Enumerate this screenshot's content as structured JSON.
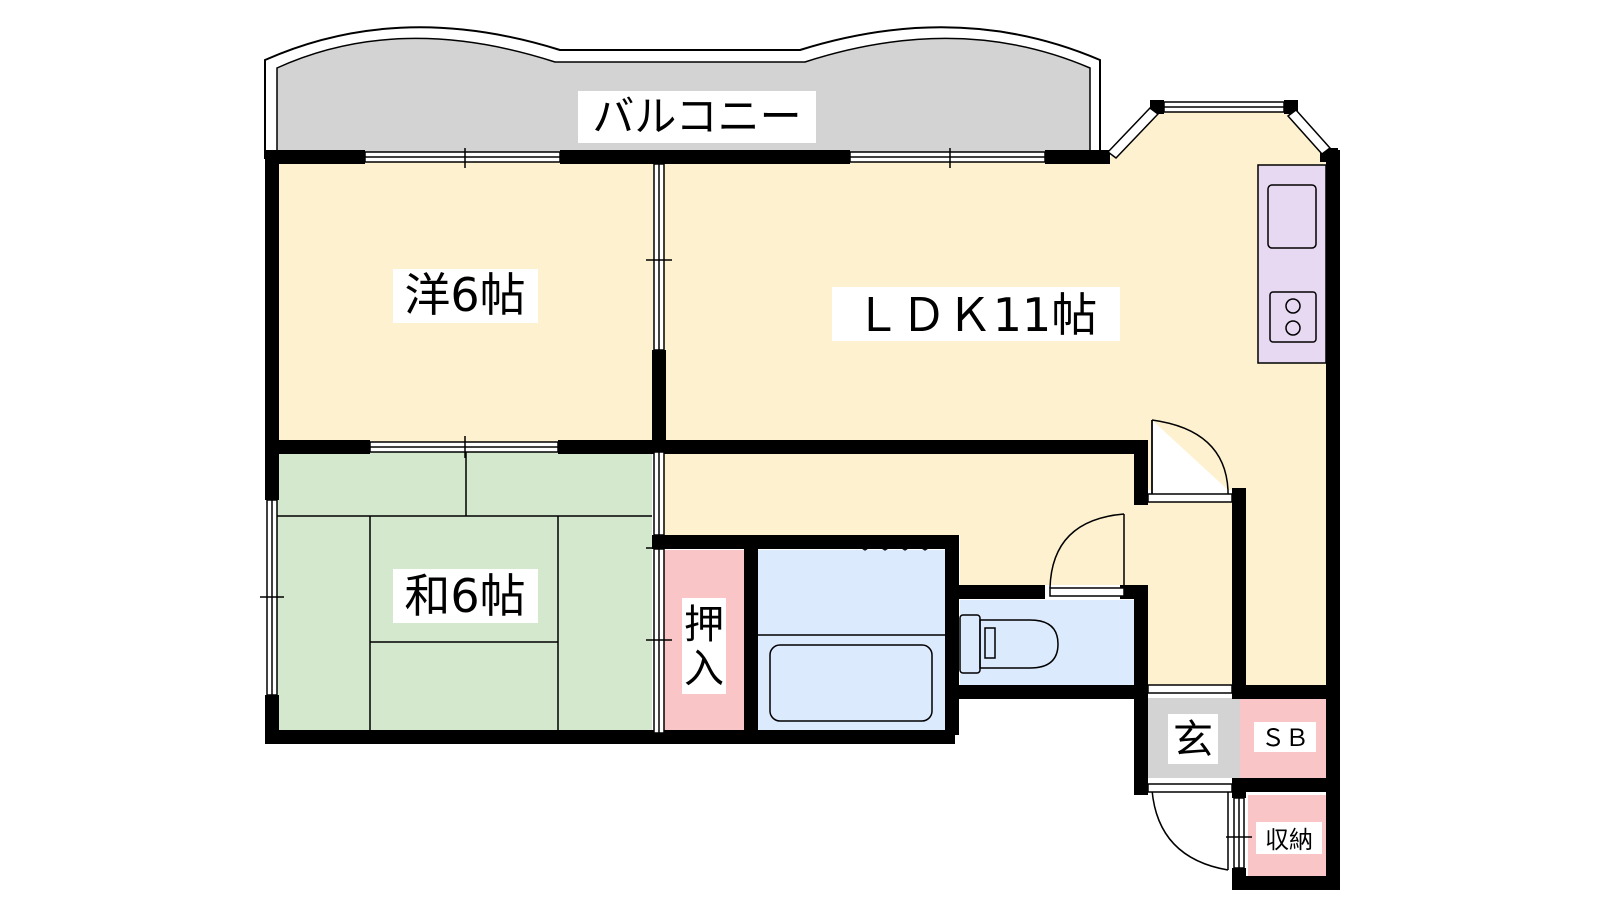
{
  "floor_plan": {
    "rooms": {
      "balcony": "バルコニー",
      "western_room": "洋6帖",
      "ldk": "ＬＤＫ11帖",
      "japanese_room": "和6帖",
      "closet": "押\n入",
      "entrance": "玄",
      "shoe_box": "ＳＢ",
      "storage": "収納"
    },
    "colors": {
      "balcony": "#d3d3d3",
      "wood_floor": "#fdf1d0",
      "tatami": "#d3e8cc",
      "wet_area": "#dbeafd",
      "storage": "#f9c5c7",
      "entrance": "#d3d3d3",
      "kitchen": "#e8d9f3",
      "wall": "#000000"
    }
  }
}
